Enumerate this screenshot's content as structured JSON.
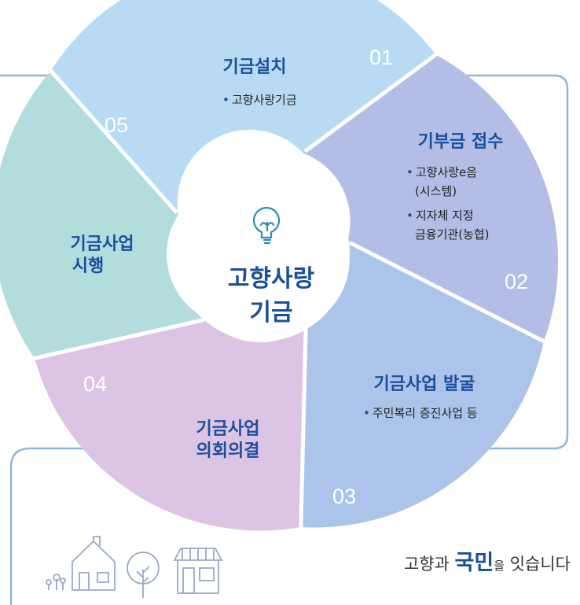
{
  "center": {
    "line1": "고향사랑",
    "line2": "기금"
  },
  "steps": [
    {
      "number": "01",
      "title_lines": [
        "기금설치"
      ],
      "items": [
        [
          "고향사랑기금"
        ]
      ],
      "color": "#b8daf2"
    },
    {
      "number": "02",
      "title_lines": [
        "기부금 접수"
      ],
      "items": [
        [
          "고향사랑e음",
          "(시스템)"
        ],
        [
          "지자체 지정",
          "금융기관(농협)"
        ]
      ],
      "color": "#b4bde6"
    },
    {
      "number": "03",
      "title_lines": [
        "기금사업 발굴"
      ],
      "items": [
        [
          "주민복리 증진사업 등"
        ]
      ],
      "color": "#adc4ea"
    },
    {
      "number": "04",
      "title_lines": [
        "기금사업",
        "의회의결"
      ],
      "items": [],
      "color": "#dcc5e4"
    },
    {
      "number": "05",
      "title_lines": [
        "기금사업",
        "시행"
      ],
      "items": [],
      "color": "#b3dcdd"
    }
  ],
  "slogan": {
    "part1": "고향과",
    "part2": "국민",
    "part3": "을",
    "part4": "잇습니다"
  },
  "colors": {
    "title": "#1a4f9c",
    "frame_line": "#8fb5dc",
    "bulb": "#2a8fb5"
  }
}
